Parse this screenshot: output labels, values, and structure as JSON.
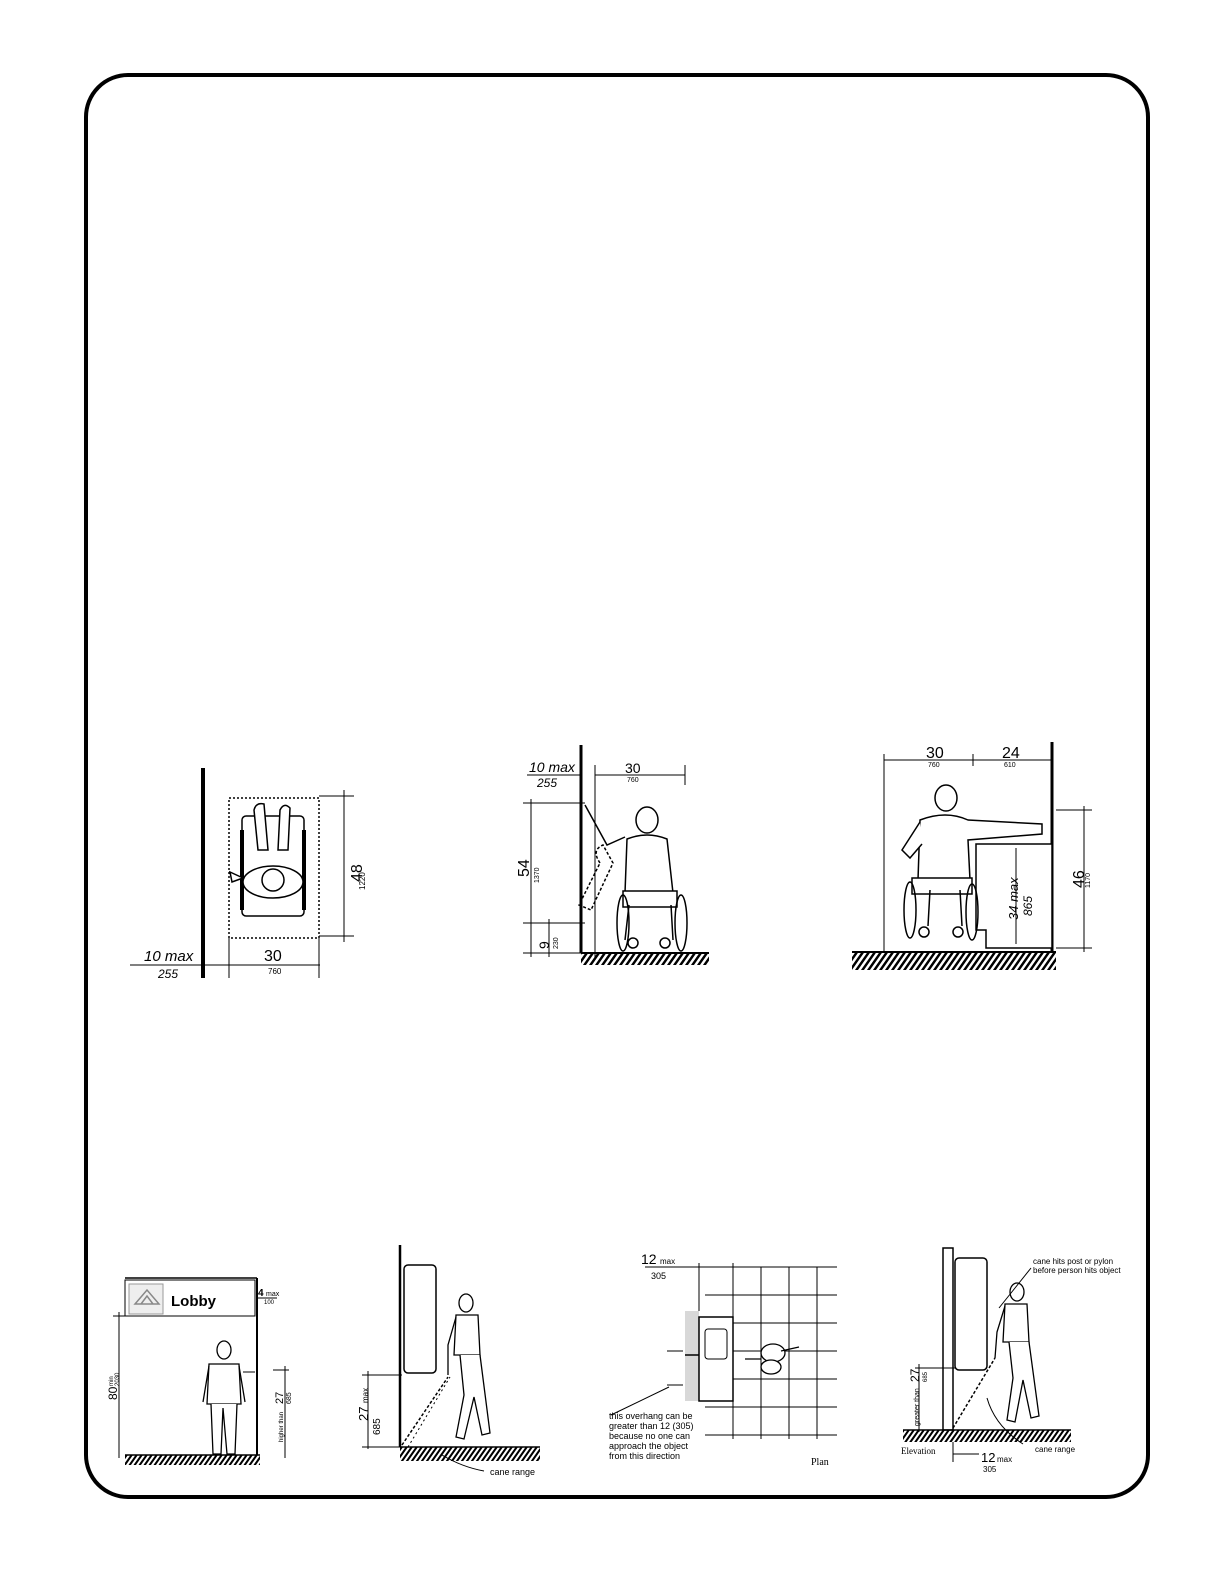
{
  "fig1": {
    "d1_val": "10 max",
    "d1_mm": "255",
    "d2_val": "30",
    "d2_mm": "760",
    "d3_val": "48",
    "d3_mm": "1220"
  },
  "fig2": {
    "d1_val": "10 max",
    "d1_mm": "255",
    "d2_val": "30",
    "d2_mm": "760",
    "d3_val": "54",
    "d3_mm": "1370",
    "d4_val": "9",
    "d4_mm": "230"
  },
  "fig3": {
    "d1_val": "30",
    "d1_mm": "760",
    "d2_val": "24",
    "d2_mm": "610",
    "d3_val": "46",
    "d3_mm": "1170",
    "d4_val": "34 max",
    "d4_mm": "865"
  },
  "fig4": {
    "sign": "Lobby",
    "d1_val": "4",
    "d1_sub": "max",
    "d1_mm": "100",
    "d2_val": "80",
    "d2_sub": "min",
    "d2_mm": "2030",
    "d3_text": "higher than",
    "d3_val": "27",
    "d3_mm": "685"
  },
  "fig5": {
    "d1_val": "27",
    "d1_sub": "max",
    "d1_mm": "685",
    "note": "cane range"
  },
  "fig6": {
    "d1_val": "12",
    "d1_sub": "max",
    "d1_mm": "305",
    "note_lines": [
      "this overhang can be",
      "greater than 12 (305)",
      "because no one can",
      "approach the object",
      "from this direction"
    ],
    "label": "Plan"
  },
  "fig7": {
    "d1_text": "greater than",
    "d1_val": "27",
    "d1_mm": "685",
    "note_lines": [
      "cane hits post or pylon",
      "before person hits object"
    ],
    "note2": "cane range",
    "label": "Elevation",
    "d2_val": "12",
    "d2_sub": "max",
    "d2_mm": "305"
  }
}
